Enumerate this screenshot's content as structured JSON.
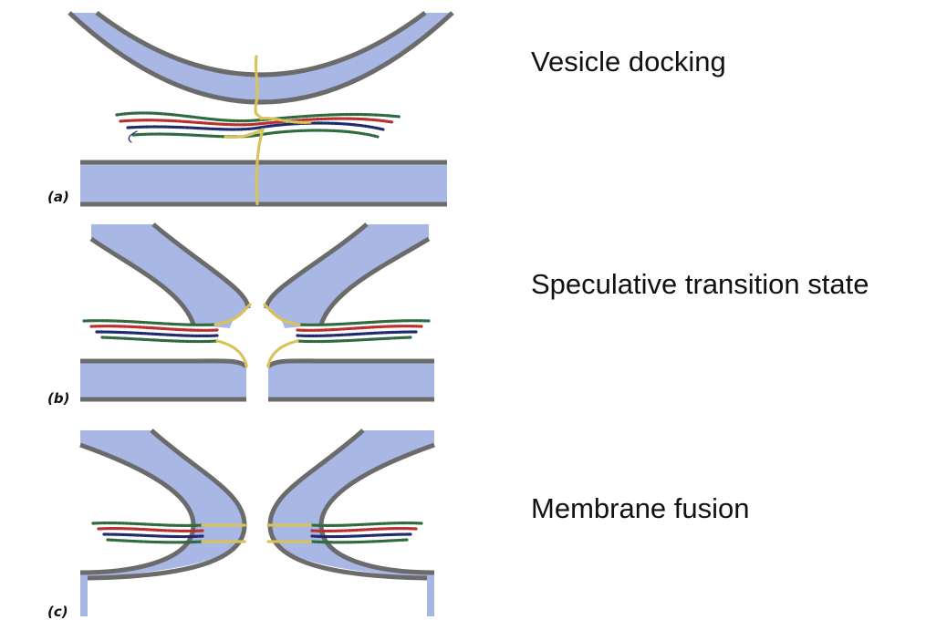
{
  "colors": {
    "membrane": "#a8b7e3",
    "membrane_edge": "#6b6b6b",
    "helix_yellow": "#d9c25a",
    "helix_red": "#b8312f",
    "helix_blue": "#1f2b6e",
    "helix_green": "#2f6b3f"
  },
  "panels": [
    {
      "letter": "(a)",
      "title": "Vesicle docking"
    },
    {
      "letter": "(b)",
      "title": "Speculative transition state"
    },
    {
      "letter": "(c)",
      "title": "Membrane fusion"
    }
  ]
}
